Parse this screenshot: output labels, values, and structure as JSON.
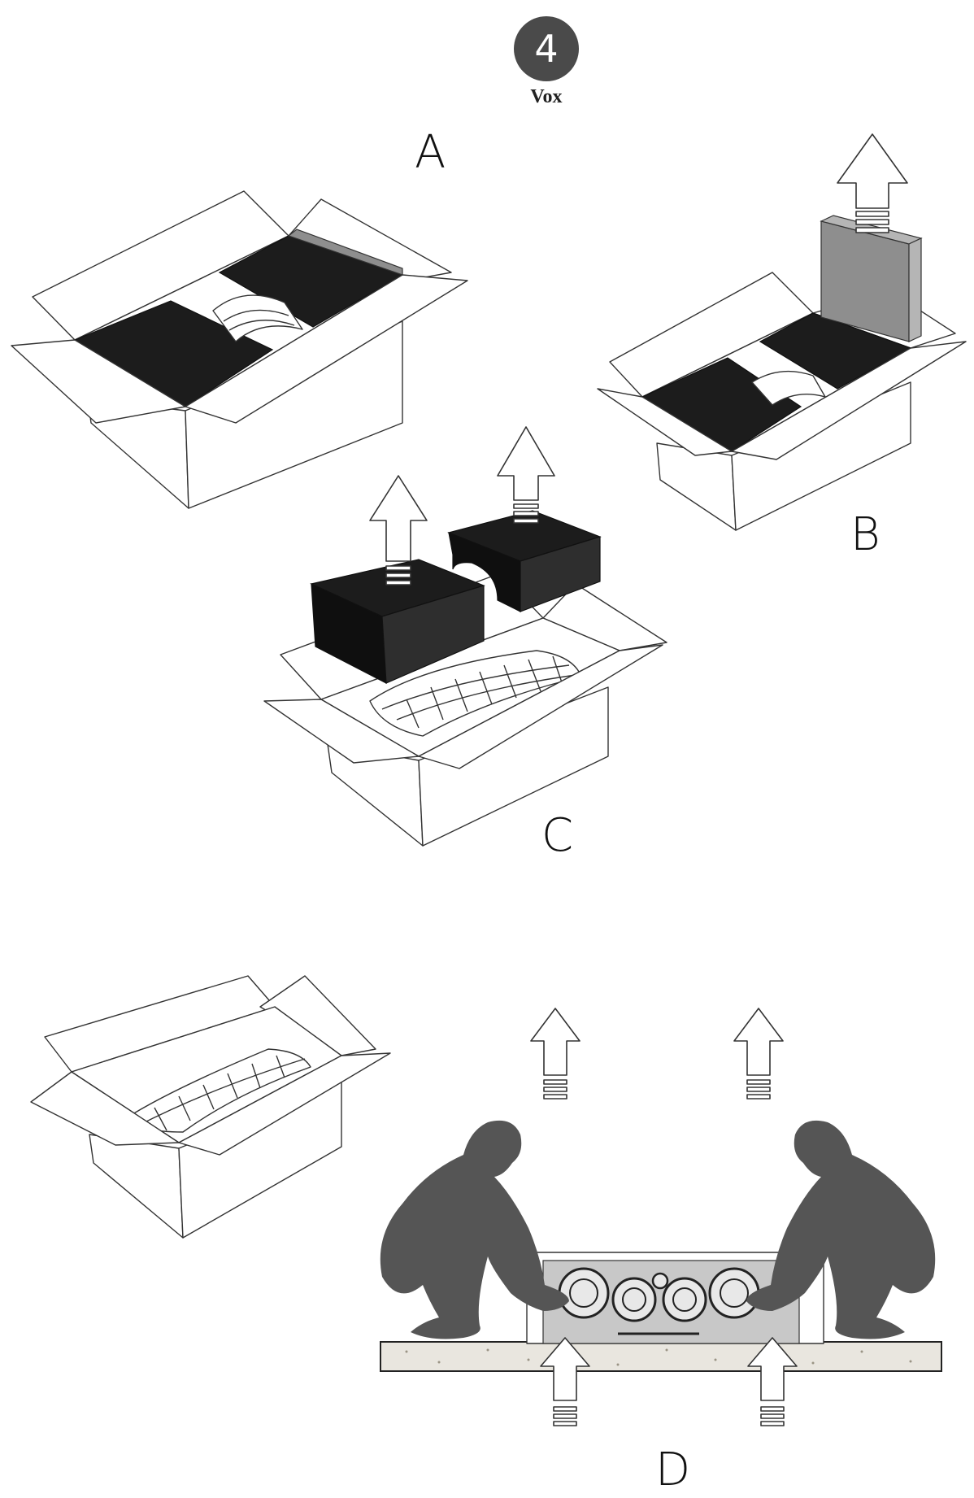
{
  "step": {
    "number": "4"
  },
  "brand": "Vox",
  "panels": {
    "a": {
      "label": "A"
    },
    "b": {
      "label": "B"
    },
    "c": {
      "label": "C"
    },
    "d": {
      "label": "D"
    }
  },
  "colors": {
    "badge": "#4a4a4a",
    "foam": "#1c1c1c",
    "insert": "#8e8e8e",
    "person": "#555555"
  }
}
